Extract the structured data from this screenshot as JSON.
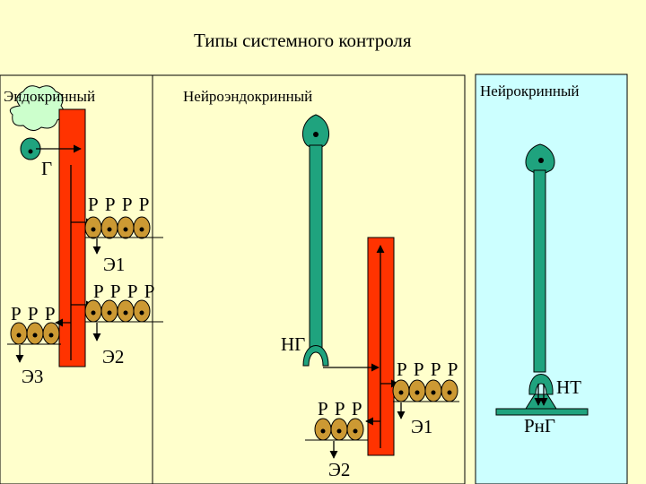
{
  "title": "Типы системного контроля",
  "colors": {
    "background": "#ffffcc",
    "panel": "#ccffff",
    "vessel": "#ff3300",
    "neuron": "#1fa37e",
    "cell": "#cc9933",
    "gland": "#ccffcc"
  },
  "panels": {
    "endocrine": {
      "header": "Эндокринный",
      "gland_label": "Г",
      "receptors_1": "Р Р Р Р",
      "effector_1": "Э1",
      "receptors_2": "Р Р Р Р",
      "effector_2": "Э2",
      "receptors_3": "Р Р Р",
      "effector_3": "Э3"
    },
    "neuroendocrine": {
      "header": "Нейроэндокринный",
      "terminal_label": "НГ",
      "receptors_1": "Р Р Р Р",
      "effector_1": "Э1",
      "receptors_2": "Р Р Р",
      "effector_2": "Э2"
    },
    "neurocrine": {
      "header": "Нейрокринный",
      "transmitter_label": "НТ",
      "receptor_label": "РнГ"
    }
  }
}
